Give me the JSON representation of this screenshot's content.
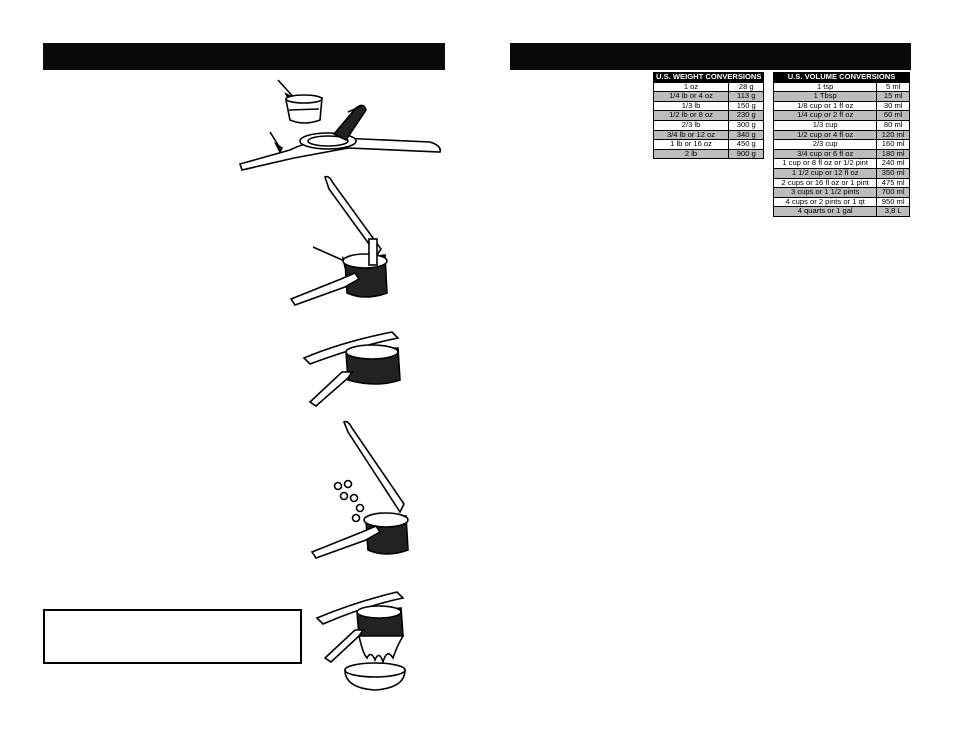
{
  "weight_table": {
    "title": "U.S. WEIGHT CONVERSIONS",
    "rows": [
      [
        "1 oz",
        "28 g"
      ],
      [
        "1/4 lb or 4 oz",
        "113 g"
      ],
      [
        "1/3 lb",
        "150 g"
      ],
      [
        "1/2 lb or 8 oz",
        "230 g"
      ],
      [
        "2/3 lb",
        "300 g"
      ],
      [
        "3/4 lb or 12 oz",
        "340 g"
      ],
      [
        "1 lb or 16 oz",
        "450 g"
      ],
      [
        "2 lb",
        "900 g"
      ]
    ]
  },
  "volume_table": {
    "title": "U.S. VOLUME CONVERSIONS",
    "rows": [
      [
        "1 tsp",
        "5 ml"
      ],
      [
        "1 Tbsp",
        "15 ml"
      ],
      [
        "1/8 cup or 1 fl oz",
        "30 ml"
      ],
      [
        "1/4 cup or 2 fl oz",
        "60 ml"
      ],
      [
        "1/3 cup",
        "80 ml"
      ],
      [
        "1/2 cup or 4 fl oz",
        "120 ml"
      ],
      [
        "2/3 cup",
        "160 ml"
      ],
      [
        "3/4 cup or 6 fl oz",
        "180 ml"
      ],
      [
        "1 cup or 8 fl oz or 1/2 pint",
        "240 ml"
      ],
      [
        "1 1/2 cup or 12 fl oz",
        "350 ml"
      ],
      [
        "2 cups or 16 fl oz or 1 pint",
        "475 ml"
      ],
      [
        "3 cups or 1 1/2 pints",
        "700 ml"
      ],
      [
        "4 cups or 2 pints or 1 qt",
        "950 ml"
      ],
      [
        "4 quarts or 1 gal",
        "3,8 L"
      ]
    ]
  },
  "colors": {
    "bar": "#0a0a0a",
    "shade": "#bdbdbd"
  },
  "illustrations": [
    "ricer-open-with-basket-icon",
    "ricer-loading-icon",
    "ricer-closed-icon",
    "ricer-open-with-peas-icon",
    "ricer-pressing-into-bowl-icon"
  ]
}
